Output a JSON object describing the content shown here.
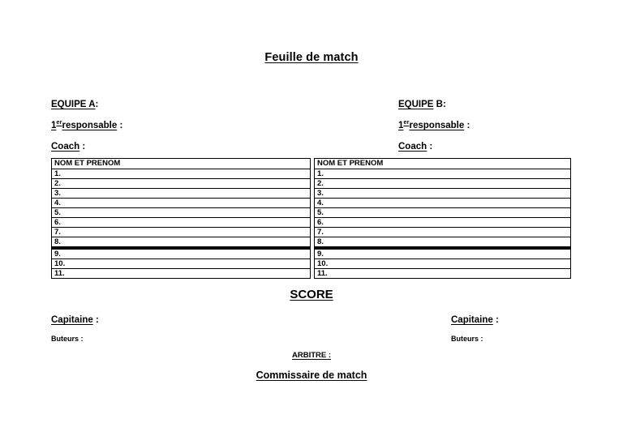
{
  "document": {
    "title": "Feuille de match",
    "background_color": "#ffffff",
    "text_color": "#000000"
  },
  "teams": {
    "left": {
      "team_label": "EQUIPE A",
      "team_suffix": ":",
      "responsable_number": "1",
      "responsable_ordinal": "er",
      "responsable_label": "responsable",
      "responsable_suffix": ":",
      "coach_label": "Coach",
      "coach_suffix": ":"
    },
    "right": {
      "team_label": "EQUIPE",
      "team_suffix": " B:",
      "responsable_number": "1",
      "responsable_ordinal": "er",
      "responsable_label": "responsable",
      "responsable_suffix": ":",
      "coach_label": "Coach",
      "coach_suffix": ":"
    }
  },
  "player_tables": {
    "column_header": "NOM ET PRENOM",
    "separator_after_row": 8,
    "left_rows": [
      {
        "num": "1.",
        "name": ""
      },
      {
        "num": "2.",
        "name": ""
      },
      {
        "num": "3.",
        "name": ""
      },
      {
        "num": "4.",
        "name": ""
      },
      {
        "num": "5.",
        "name": ""
      },
      {
        "num": "6.",
        "name": ""
      },
      {
        "num": "7.",
        "name": ""
      },
      {
        "num": "8.",
        "name": ""
      },
      {
        "num": "9.",
        "name": ""
      },
      {
        "num": "10.",
        "name": ""
      },
      {
        "num": "11.",
        "name": ""
      }
    ],
    "right_rows": [
      {
        "num": "1.",
        "name": ""
      },
      {
        "num": "2.",
        "name": ""
      },
      {
        "num": "3.",
        "name": ""
      },
      {
        "num": "4.",
        "name": ""
      },
      {
        "num": "5.",
        "name": ""
      },
      {
        "num": "6.",
        "name": ""
      },
      {
        "num": "7.",
        "name": ""
      },
      {
        "num": "8.",
        "name": ""
      },
      {
        "num": "9.",
        "name": ""
      },
      {
        "num": "10.",
        "name": ""
      },
      {
        "num": "11.",
        "name": ""
      }
    ]
  },
  "score": {
    "label": "SCORE"
  },
  "captains": {
    "left": {
      "capitaine_label": "Capitaine",
      "capitaine_suffix": ":",
      "buteurs_label": "Buteurs :"
    },
    "right": {
      "capitaine_label": "Capitaine",
      "capitaine_suffix": ":",
      "buteurs_label": "Buteurs :"
    }
  },
  "footer": {
    "arbitre_label": "ARBITRE :",
    "commissaire_label": "Commissaire de match"
  }
}
